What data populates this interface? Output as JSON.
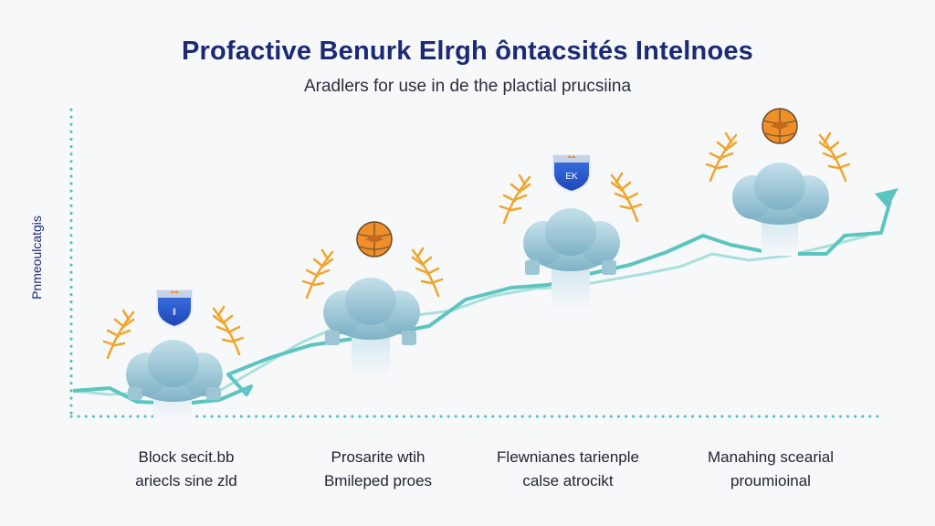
{
  "title": "Profactive Benurk Elrgh ôntacsités Intelnoes",
  "subtitle": "Aradlers for use in de the plactial prucsiina",
  "y_axis_label": "Pnmeoulcatgis",
  "stages": [
    {
      "line1": "Block secit.bb",
      "line2": "ariecls sine zld",
      "badge": "shield-badge",
      "badge_text": "ǁ"
    },
    {
      "line1": "Prosarite wtih",
      "line2": "Bmileped proes",
      "badge": "orange-globe-badge",
      "badge_text": ""
    },
    {
      "line1": "Flewnianes tarienple",
      "line2": "calse atrocikt",
      "badge": "shield-badge",
      "badge_text": "EK"
    },
    {
      "line1": "Manahing scearial",
      "line2": "proumioinal",
      "badge": "orange-globe-badge",
      "badge_text": ""
    }
  ],
  "colors": {
    "title": "#1c2a73",
    "trend_line": "#5cc5c0",
    "trend_line_light": "#a9e0dc",
    "axis_dots": "#4fc0b5",
    "cloud": "#9cc6d4",
    "cloud_dark": "#6fa3b8",
    "laurel": "#f0a52a",
    "shield": "#2a5bd7",
    "globe": "#ef8f2b"
  }
}
